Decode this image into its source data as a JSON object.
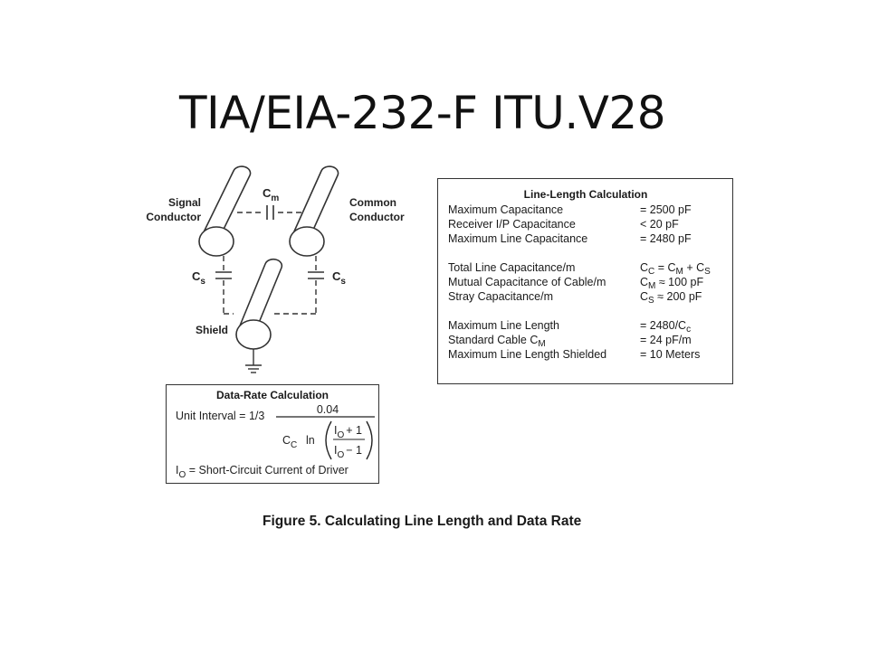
{
  "slide_title": "TIA/EIA-232-F ITU.V28",
  "diagram": {
    "signal_conductor": [
      "Signal",
      "Conductor"
    ],
    "common_conductor": [
      "Common",
      "Conductor"
    ],
    "shield": "Shield",
    "cm_main": "C",
    "cm_sub": "m",
    "cs_left_main": "C",
    "cs_left_sub": "s",
    "cs_right_main": "C",
    "cs_right_sub": "s"
  },
  "line_length_calc": {
    "title": "Line-Length Calculation",
    "max_capacitance": {
      "label": "Maximum Capacitance",
      "value": "= 2500 pF"
    },
    "receiver_capacitance": {
      "label": "Receiver I/P Capacitance",
      "value": "< 20 pF"
    },
    "max_line_capacitance": {
      "label": "Maximum Line Capacitance",
      "value": "= 2480 pF"
    },
    "total_line_cap": {
      "label": "Total Line Capacitance/m",
      "v1": "C",
      "s1": "C",
      "v2": " = C",
      "s2": "M",
      "v3": " + C",
      "s3": "S"
    },
    "mutual_cap": {
      "label": "Mutual Capacitance of Cable/m",
      "v1": "C",
      "s1": "M",
      "v2": " ≈ 100 pF"
    },
    "stray_cap": {
      "label": "Stray Capacitance/m",
      "v1": "C",
      "s1": "S",
      "v2": " ≈ 200 pF"
    },
    "max_line_length": {
      "label": "Maximum Line Length",
      "v1": "= 2480/C",
      "s1": "c"
    },
    "standard_cable": {
      "label": "Standard Cable C",
      "label_sub": "M",
      "value": "= 24 pF/m"
    },
    "max_length_shielded": {
      "label": "Maximum Line Length Shielded",
      "value": "= 10 Meters"
    }
  },
  "data_rate_calc": {
    "title": "Data-Rate Calculation",
    "unit_interval": "Unit  Interval  =  1/3",
    "numerator": "0.04",
    "cc_main": "C",
    "cc_sub": "C",
    "ln": "ln",
    "io_main": "I",
    "io_sub": "O",
    "plus_one": "+ 1",
    "minus_one": "− 1",
    "footnote_main": "I",
    "footnote_sub": "O",
    "footnote_rest": " = Short-Circuit Current of Driver"
  },
  "figure_caption": "Figure 5.  Calculating Line Length and Data Rate"
}
